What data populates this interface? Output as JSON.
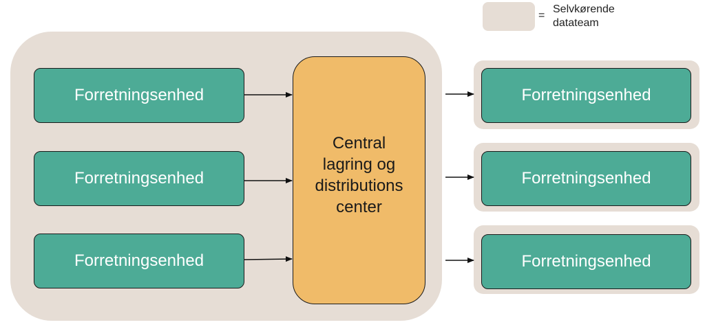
{
  "colors": {
    "group_fill": "#e6ddd5",
    "unit_fill": "#4dab96",
    "center_fill": "#f0bb69",
    "arrow": "#111111"
  },
  "legend": {
    "symbol": "=",
    "label": "Selvkørende datateam"
  },
  "center": {
    "label": "Central\nlagring og\ndistributions\ncenter"
  },
  "left_units": [
    {
      "label": "Forretningsenhed"
    },
    {
      "label": "Forretningsenhed"
    },
    {
      "label": "Forretningsenhed"
    }
  ],
  "right_units": [
    {
      "label": "Forretningsenhed"
    },
    {
      "label": "Forretningsenhed"
    },
    {
      "label": "Forretningsenhed"
    }
  ]
}
